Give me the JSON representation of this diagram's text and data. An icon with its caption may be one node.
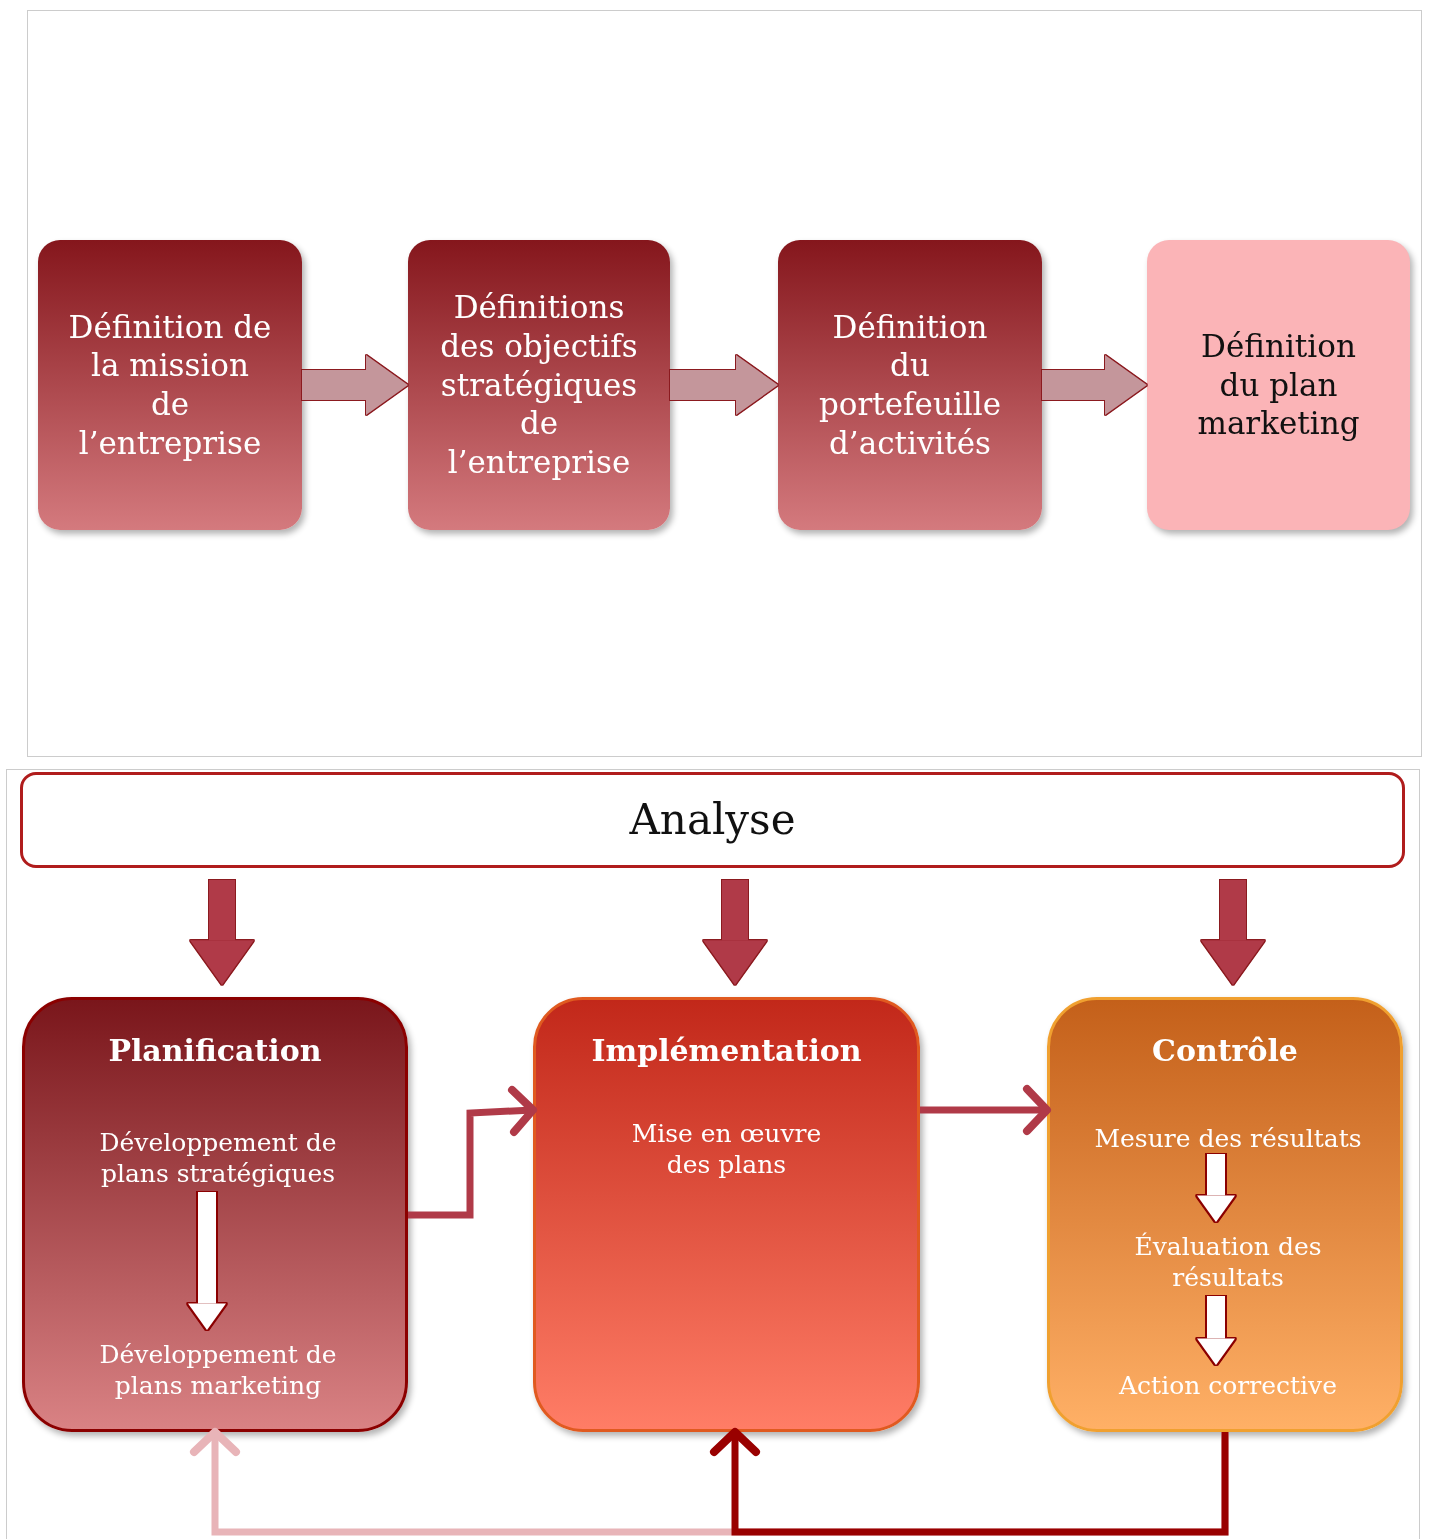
{
  "diagram": {
    "nodes": [
      {
        "text": [
          "Définition de la mission de l’entreprise"
        ]
      },
      {
        "text": [
          "Définitions des objectifs stratégiques de l’entreprise"
        ]
      },
      {
        "text": [
          "Définition du portefeuille d’activités"
        ]
      },
      {
        "text": [
          "Définition du plan marketing"
        ]
      },
      {
        "text": [
          "Analyse"
        ]
      },
      {
        "text": [
          "Planification"
        ]
      },
      {
        "text": [
          "Développement de plans stratégiques"
        ],
        "in": 5
      },
      {
        "text": [
          "Développement de plans marketing"
        ],
        "in": 5
      },
      {
        "text": [
          "Implémentation",
          "Mise en œuvre des plans"
        ]
      },
      {
        "text": [
          "Contrôle"
        ]
      },
      {
        "text": [
          "Mesure des résultats"
        ],
        "in": 9
      },
      {
        "text": [
          "Évaluation des résultats"
        ],
        "in": 9
      },
      {
        "text": [
          "Action corrective"
        ],
        "in": 9
      }
    ],
    "edges": [
      {
        "from": 0,
        "to": 1,
        "arrow": "to",
        "color": "#c4969b"
      },
      {
        "from": 1,
        "to": 2,
        "arrow": "to",
        "color": "#c4969b"
      },
      {
        "from": 2,
        "to": 3,
        "arrow": "to",
        "color": "#c4969b"
      },
      {
        "from": 4,
        "to": 5,
        "arrow": "to"
      },
      {
        "from": 4,
        "to": 8,
        "arrow": "to"
      },
      {
        "from": 4,
        "to": 9,
        "arrow": "to"
      },
      {
        "from": 6,
        "to": 7,
        "arrow": "to",
        "color": "#ffffff"
      },
      {
        "from": 10,
        "to": 11,
        "arrow": "to",
        "color": "#ffffff"
      },
      {
        "from": 11,
        "to": 12,
        "arrow": "to",
        "color": "#ffffff"
      },
      {
        "from": 5,
        "to": 8,
        "arrow": "to"
      },
      {
        "from": 8,
        "to": 9,
        "arrow": "to"
      },
      {
        "from": 9,
        "to": 5,
        "arrow": "to",
        "color": "#e8b4b8"
      },
      {
        "from": 9,
        "to": 8,
        "arrow": "to",
        "color": "#990000"
      }
    ]
  }
}
